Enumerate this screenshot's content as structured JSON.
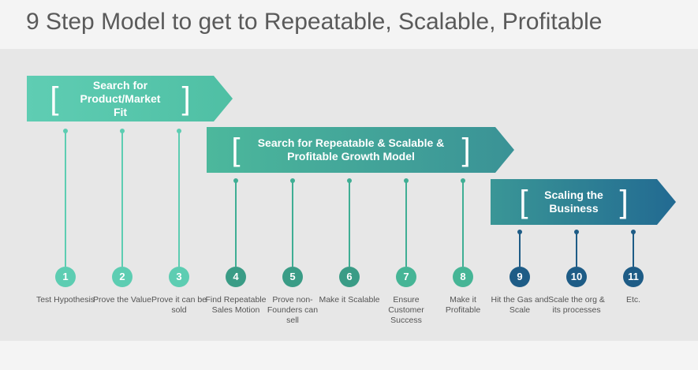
{
  "title": "9 Step Model to get to Repeatable, Scalable, Profitable",
  "phases": [
    {
      "label": "Search for Product/Market Fit"
    },
    {
      "label": "Search for Repeatable & Scalable & Profitable Growth Model"
    },
    {
      "label": "Scaling the Business"
    }
  ],
  "steps": [
    {
      "num": "1",
      "label": "Test Hypothesis",
      "phase": 0
    },
    {
      "num": "2",
      "label": "Prove the Value",
      "phase": 0
    },
    {
      "num": "3",
      "label": "Prove it can be sold",
      "phase": 0
    },
    {
      "num": "4",
      "label": "Find Repeatable Sales Motion",
      "phase": 1
    },
    {
      "num": "5",
      "label": "Prove non-Founders can sell",
      "phase": 1
    },
    {
      "num": "6",
      "label": "Make it Scalable",
      "phase": 1
    },
    {
      "num": "7",
      "label": "Ensure Customer Success",
      "phase": 1
    },
    {
      "num": "8",
      "label": "Make it Profitable",
      "phase": 1
    },
    {
      "num": "9",
      "label": "Hit the Gas and Scale",
      "phase": 2
    },
    {
      "num": "10",
      "label": "Scale the org & its processes",
      "phase": 2
    },
    {
      "num": "11",
      "label": "Etc.",
      "phase": 2
    }
  ],
  "colors": {
    "step": [
      "#5dcdb2",
      "#5dcdb2",
      "#5dcdb2",
      "#3a9c86",
      "#3a9c86",
      "#3a9c86",
      "#46b596",
      "#46b596",
      "#1e5c86",
      "#1e5c86",
      "#1e5c86"
    ],
    "line": [
      "#5dcdb2",
      "#3fae94",
      "#1e5c86"
    ]
  }
}
